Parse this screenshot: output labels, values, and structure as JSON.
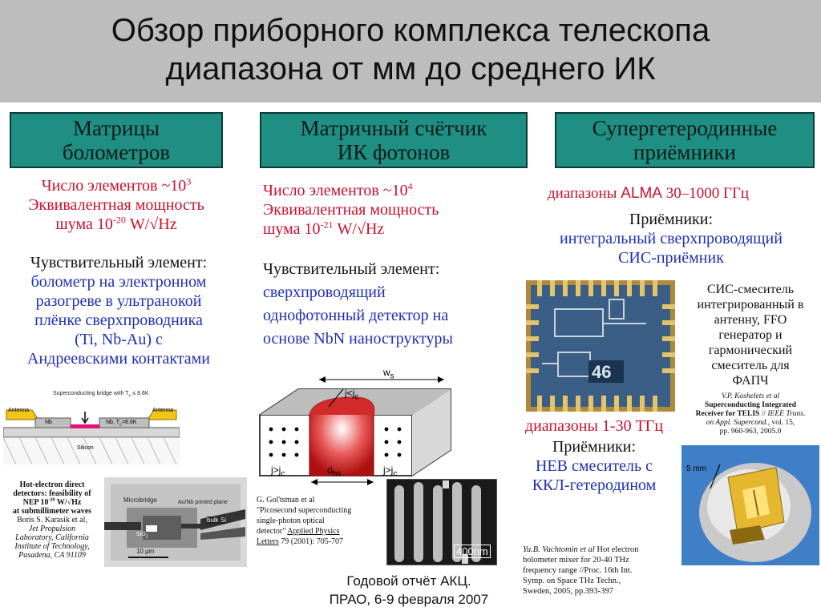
{
  "header": {
    "title_line1": "Обзор приборного комплекса телескопа",
    "title_line2": "диапазона от мм до среднего ИК"
  },
  "columns": {
    "bolometer": {
      "heading_line1": "Матрицы",
      "heading_line2": "болометров",
      "elements_prefix": "Число элементов ~10",
      "elements_exp": "3",
      "nep_line1": "Эквивалентная мощность",
      "nep_prefix": "шума 10",
      "nep_exp": "-20",
      "nep_unit": " W/√Hz",
      "sensitive_label": "Чувствительный элемент:",
      "sensitive_lines": [
        "болометр на электронном",
        "разогреве в ультранокой",
        "плёнке сверхпроводника",
        "(Ti, Nb-Au) с",
        "Андреевскими контактами"
      ],
      "diagram_caption": "Superconducting bridge with T",
      "diagram_caption_sub": "c",
      "diagram_caption_end": " ≤ 8.6K",
      "diagram_labels": {
        "antenna_left": "Antenna",
        "antenna_right": "Antenna",
        "nb": "Nb",
        "nb2": "Nb, T",
        "nb2_sub": "c",
        "nb2_end": "=8.6K",
        "silicon": "Silicon"
      },
      "ref_title": [
        "Hot-electron direct",
        "detectors: feasibility of",
        "NEP 10",
        "at submillimeter waves"
      ],
      "ref_nep_exp": "-20",
      "ref_nep_unit": " W/√Hz",
      "ref_authors": "Boris S. Karasik et al,",
      "ref_org": [
        "Jet Propulsion",
        "Laboratory, California",
        "Institute of Technology,",
        "Pasadena, CA 91109"
      ],
      "photo_labels": {
        "microbridge": "Microbridge",
        "pads": "Au/Nb printed plane",
        "bulk": "bulk Si",
        "sio": "SiO",
        "sio_sub": "2",
        "scale": "10 μm"
      }
    },
    "photon": {
      "heading_line1": "Матричный счётчик",
      "heading_line2": "ИК фотонов",
      "elements_prefix": "Число элементов ~10",
      "elements_exp": "4",
      "nep_line1": "Эквивалентная мощность",
      "nep_prefix": "шума 10",
      "nep_exp": "-21",
      "nep_unit": " W/√Hz",
      "sensitive_label": "Чувствительный элемент:",
      "sensitive_lines": [
        "сверхпроводящий",
        "однофотонный детектор на",
        "основе NbN наноструктуры"
      ],
      "diagram_labels": {
        "ws": "w",
        "ws_sub": "s",
        "jjc": "j<j",
        "jjc_sub": "c",
        "jgl": "j>j",
        "jgl_sub": "c",
        "dhs": "d",
        "dhs_sub": "hs",
        "jgr": "j>j",
        "jgr_sub": "c"
      },
      "ref_lines": [
        "G. Gol'tsman et al",
        "\"Picosecond superconducting",
        "single-photon optical",
        "detector\" "
      ],
      "ref_journal": [
        "Applied Physics",
        "Letters"
      ],
      "ref_issue": " 79 (2001): 705-707",
      "sem_scale": "400nm"
    },
    "hetero": {
      "heading_line1": "Супергетеродинные",
      "heading_line2": "приёмники",
      "alma_prefix": "диапазоны ",
      "alma_word": "ALMA",
      "alma_range": " 30–1000 ГГц",
      "receivers_label": "Приёмники:",
      "receiver_lines": [
        "интегральный сверхпроводящий",
        "СИС-приёмник"
      ],
      "sis_desc": [
        "СИС-смеситель",
        "интегрированный в",
        "антенну, FFO",
        "генератор и",
        "гармонический",
        "смеситель для",
        "ФАПЧ"
      ],
      "chip_label": "46",
      "sis_ref": [
        "V.P. Koshelets et al",
        "Superconducting Integrated",
        "Receiver for TELIS",
        " // ",
        "IEEE Trans.",
        "on Appl. Supercond.",
        ", vol. 15,",
        "pp. 960-963, 2005.0"
      ],
      "thz_range": "диапазоны 1-30 ТГц",
      "thz_receivers": "Приёмники:",
      "thz_lines": [
        "HEB смеситель с",
        "ККЛ-гетеродином"
      ],
      "lens_scale": "5 mm",
      "heb_ref": [
        "Yu.B. Vachtomin et al",
        " Hot electron",
        "bolometer mixer for 20-40 THz",
        "frequency range //Proc. 16th Int.",
        "Symp. on Space THz Techn.,",
        "Sweden, 2005, pp.393-397"
      ]
    }
  },
  "footer": {
    "line1": "Годовой отчёт АКЦ.",
    "line2": "ПРАО, 6-9 февраля 2007"
  },
  "colors": {
    "header_bg": "#bdbdbd",
    "heading_bg": "#1f8f83",
    "accent_red": "#c8102e",
    "accent_blue": "#1f2fb0"
  }
}
